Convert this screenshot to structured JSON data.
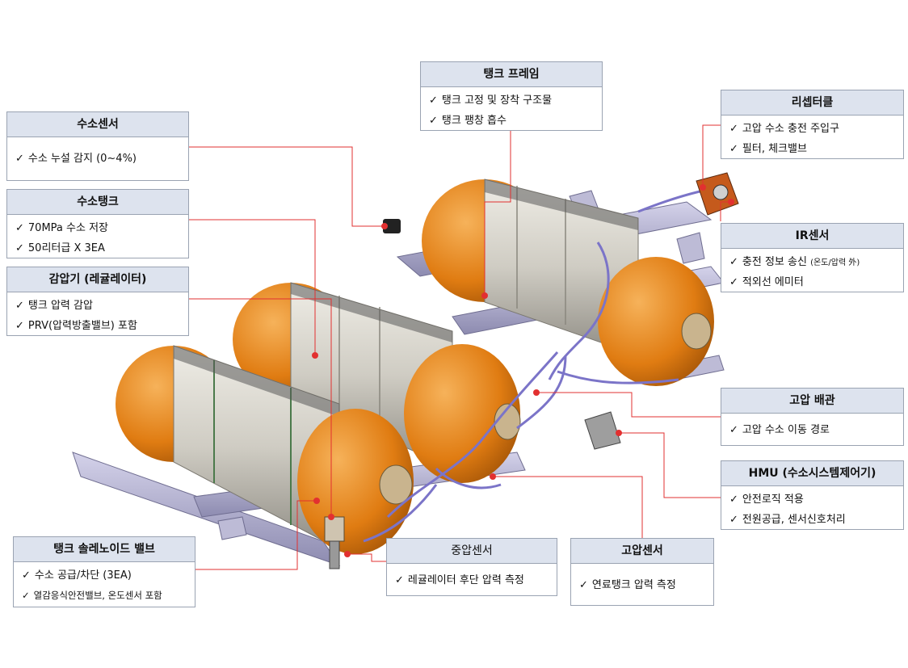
{
  "callouts": {
    "tank_frame": {
      "title": "탱크 프레임",
      "items": [
        "탱크 고정 및 장착 구조물",
        "탱크 팽창 흡수"
      ]
    },
    "receptacle": {
      "title": "리셉터클",
      "items": [
        "고압 수소 충전 주입구",
        "필터, 체크밸브"
      ]
    },
    "hydrogen_sensor": {
      "title": "수소센서",
      "items": [
        "수소 누설 감지 (0~4%)"
      ]
    },
    "hydrogen_tank": {
      "title": "수소탱크",
      "items": [
        "70MPa 수소 저장",
        "50리터급 X 3EA"
      ]
    },
    "regulator": {
      "title": "감압기 (레귤레이터)",
      "items": [
        "탱크 압력 감압",
        "PRV(압력방출밸브) 포함"
      ]
    },
    "ir_sensor": {
      "title": "IR센서",
      "items": [
        "충전 정보 송신",
        "적외선 에미터"
      ],
      "item0_note": "(온도/압력 外)"
    },
    "hp_piping": {
      "title": "고압 배관",
      "items": [
        "고압 수소 이동 경로"
      ]
    },
    "hmu": {
      "title": "HMU (수소시스템제어기)",
      "items": [
        "안전로직 적용",
        "전원공급, 센서신호처리"
      ]
    },
    "solenoid_valve": {
      "title": "탱크 솔레노이드 밸브",
      "items": [
        "수소 공급/차단 (3EA)",
        "열감응식안전밸브, 온도센서 포함"
      ]
    },
    "mp_sensor": {
      "title": "중압센서",
      "items": [
        "레귤레이터 후단 압력 측정"
      ]
    },
    "hp_sensor": {
      "title": "고압센서",
      "items": [
        "연료탱크 압력 측정"
      ]
    }
  },
  "check_glyph": "✓",
  "colors": {
    "leader_line": "#e23030",
    "tank_orange": "#e07c12",
    "tank_body": "#c9c6bd",
    "frame": "#a9a7c4",
    "header_fill": "#dde3ee",
    "border": "#9aa3b2"
  }
}
